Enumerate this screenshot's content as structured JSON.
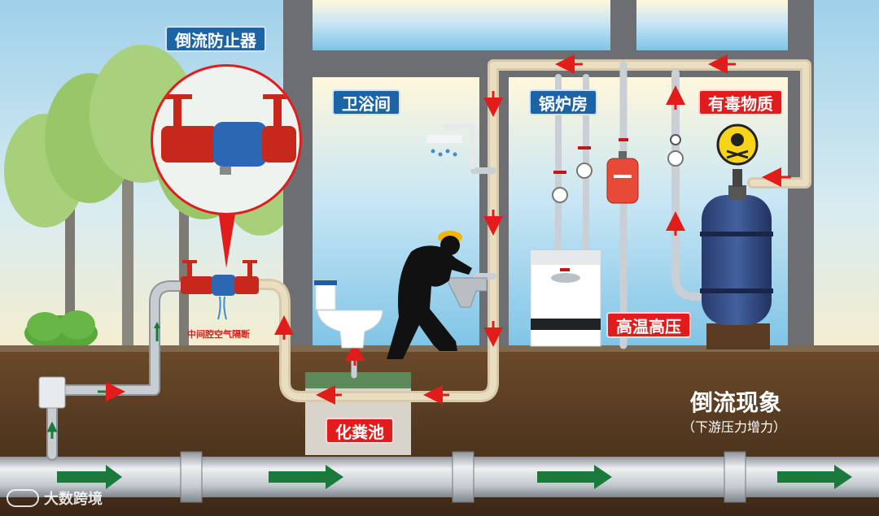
{
  "labels": {
    "backflow_preventer": "倒流防止器",
    "bathroom": "卫浴间",
    "boiler_room": "锅炉房",
    "toxic_substance": "有毒物质",
    "high_temp_pressure": "高温高压",
    "septic_tank": "化粪池",
    "air_gap": "中间腔空气隔断",
    "phenomenon_title": "倒流现象",
    "phenomenon_subtitle": "（下游压力增力）"
  },
  "watermark": "大数跨境",
  "colors": {
    "tag_blue": "#1c64a6",
    "tag_red": "#e11c1c",
    "flow_arrow_red": "#e21b1b",
    "flow_arrow_green": "#1a7a3c",
    "wall": "#6c6e72",
    "ground": "#4a3420",
    "pipe": "#bfc5cb"
  },
  "icons": [
    "shower-icon",
    "toilet-icon",
    "sink-icon",
    "boiler-icon",
    "expansion-tank-icon",
    "pressure-tank-icon",
    "toxic-skull-icon",
    "worker-icon",
    "valve-icon",
    "tree-icon",
    "bush-icon"
  ]
}
